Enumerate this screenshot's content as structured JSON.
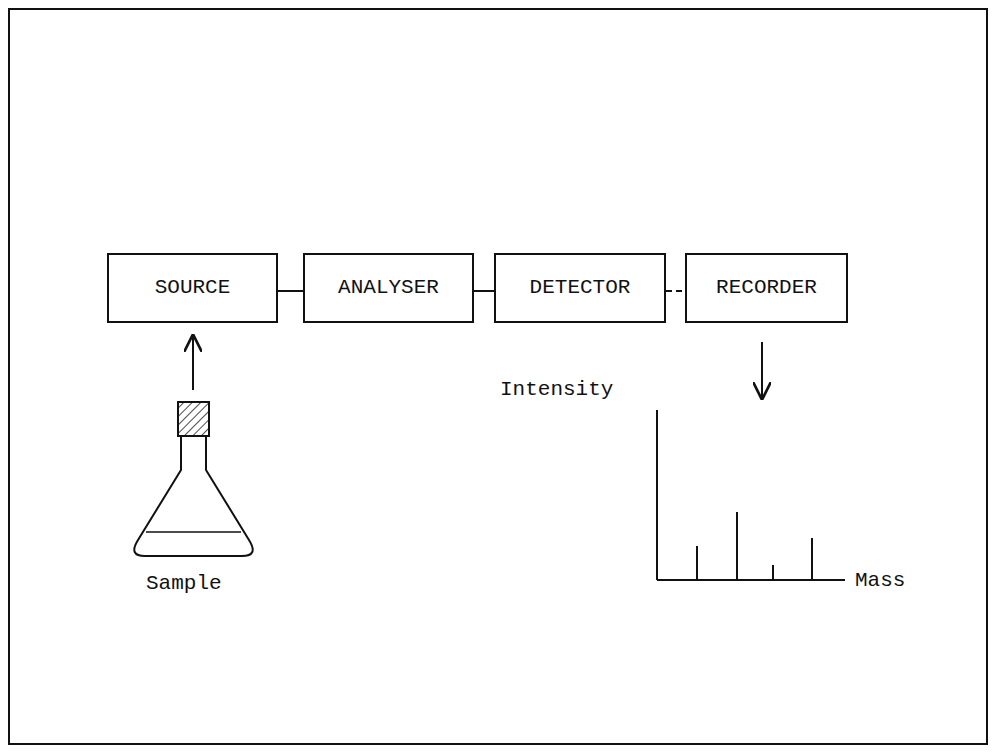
{
  "diagram": {
    "nodes": [
      {
        "text": [
          "SOURCE"
        ]
      },
      {
        "text": [
          "ANALYSER"
        ]
      },
      {
        "text": [
          "DETECTOR"
        ]
      },
      {
        "text": [
          "RECORDER"
        ]
      }
    ],
    "edges": [
      {
        "from": 0,
        "to": 1,
        "arrow": "none"
      },
      {
        "from": 1,
        "to": 2,
        "arrow": "none"
      },
      {
        "from": 2,
        "to": 3,
        "arrow": "none"
      }
    ],
    "labels": [
      "Sample",
      "Intensity",
      "Mass"
    ]
  }
}
